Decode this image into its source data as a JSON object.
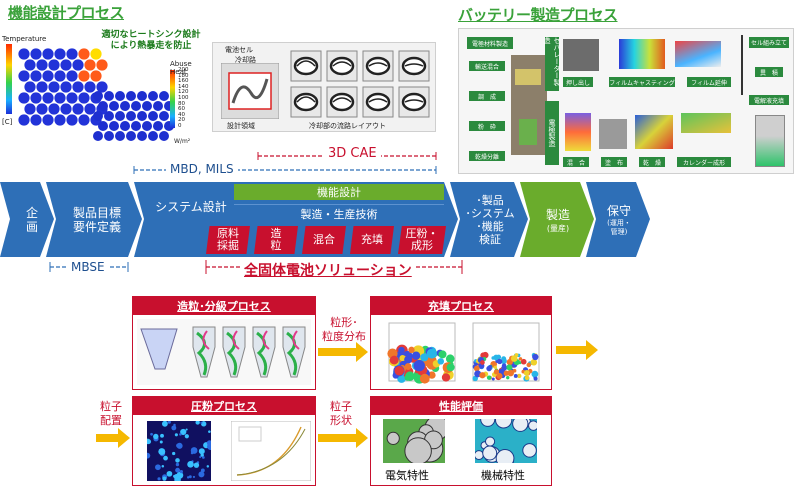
{
  "top_left": {
    "title": "機能設計プロセス",
    "temperature_label": "Temperature",
    "unit_c": "[C]",
    "callout": "適切なヒートシンク設計\nにより熱暴走を防止",
    "abuse_heat_label": "Abuse Heat",
    "abuse_heat_ticks": [
      "200",
      "180",
      "160",
      "140",
      "120",
      "100",
      "80",
      "60",
      "40",
      "20",
      "0"
    ],
    "abuse_heat_unit": "W/m²"
  },
  "mid_top": {
    "cell_label": "電池セル",
    "design_area": "設計領域",
    "cooling_label": "冷却路",
    "layout_label": "冷却部の流路レイアウト"
  },
  "top_right": {
    "title": "バッテリー製造プロセス",
    "steps_left": [
      "電極材料製造",
      "輸送混合",
      "調　成",
      "粉　砕",
      "乾燥分離"
    ],
    "separator_label": "セパレーター製造",
    "separator_steps": [
      "押し出し",
      "フィルムキャスティング",
      "フィルム延伸"
    ],
    "electrode_label": "電極製造",
    "electrode_steps": [
      "混　合",
      "塗　布",
      "乾　燥",
      "カレンダー成形"
    ],
    "cell_steps": [
      "セル組み立て",
      "異　積",
      "電解液充填"
    ]
  },
  "spans": {
    "cae": "3D CAE",
    "mbd": "MBD, MILS",
    "mbse": "MBSE",
    "solid_state": "全固体電池ソリューション"
  },
  "process_chain": {
    "planning": "企\n画",
    "requirements": "製品目標\n要件定義",
    "system_design": "システム設計",
    "functional_design": "機能設計",
    "manufacturing_tech": "製造・生産技術",
    "red_steps": [
      "原料\n採掘",
      "造\n粒",
      "混合",
      "充填",
      "圧粉・\n成形"
    ],
    "verification": "･製品\n･システム\n･機能\n検証",
    "production": "製造",
    "production_sub": "(量産)",
    "maintenance": "保守",
    "maintenance_sub": "(運用・\n管理)"
  },
  "subprocesses": {
    "granulation": "造粒･分級プロセス",
    "filling": "充填プロセス",
    "compaction": "圧粉プロセス",
    "evaluation": "性能評価",
    "electrical": "電気特性",
    "mechanical": "機械特性"
  },
  "flow_labels": {
    "shape_dist": "粒形･\n粒度分布",
    "particle_placement": "粒子\n配置",
    "particle_shape": "粒子\n形状"
  },
  "colors": {
    "blue": "#2e6fb7",
    "green": "#6aac2c",
    "red": "#c8102e",
    "title_green": "#3aa23a",
    "arrow_yellow": "#f5b800"
  }
}
